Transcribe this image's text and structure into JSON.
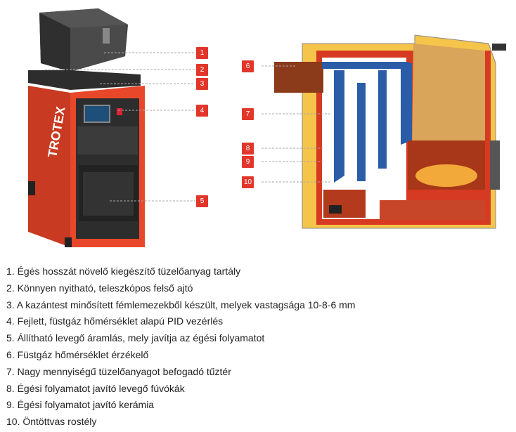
{
  "brand": "TROTEX",
  "markers": [
    "1",
    "2",
    "3",
    "4",
    "5",
    "6",
    "7",
    "8",
    "9",
    "10"
  ],
  "legend": [
    "1. Égés hosszát növelő kiegészítő tüzelőanyag tartály",
    "2. Könnyen nyitható, teleszkópos felső ajtó",
    "3. A kazántest minősített fémlemezekből készült, melyek vastagsága 10-8-6 mm",
    "4. Fejlett, füstgáz hőmérséklet alapú PID vezérlés",
    "5. Állítható levegő áramlás, mely javítja az égési folyamatot",
    "6. Füstgáz hőmérséklet érzékelő",
    "7. Nagy mennyiségű tüzelőanyagot befogadó tűztér",
    "8. Égési folyamatot javító levegő fúvókák",
    "9. Égési folyamatot javító kerámia",
    "10. Öntöttvas rostély"
  ],
  "colors": {
    "marker": "#e2362b",
    "body": "#e8472a",
    "dark": "#3a3a3a",
    "pipe": "#2a5ca8",
    "wood": "#d9a55a"
  }
}
